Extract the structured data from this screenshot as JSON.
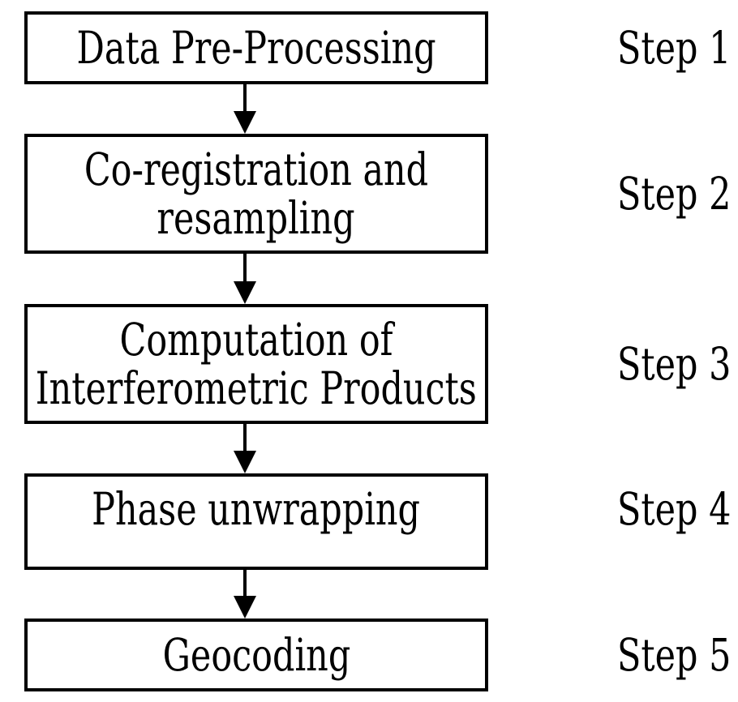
{
  "flowchart": {
    "background_color": "#ffffff",
    "box_border_color": "#000000",
    "text_color": "#000000",
    "steps": [
      {
        "lines": [
          "Data Pre-Processing"
        ],
        "step_label": "Step 1"
      },
      {
        "lines": [
          "Co-registration and",
          "resampling"
        ],
        "step_label": "Step 2"
      },
      {
        "lines": [
          "Computation of",
          "Interferometric Products"
        ],
        "step_label": "Step 3"
      },
      {
        "lines": [
          "Phase unwrapping"
        ],
        "step_label": "Step 4"
      },
      {
        "lines": [
          "Geocoding"
        ],
        "step_label": "Step 5"
      }
    ]
  }
}
